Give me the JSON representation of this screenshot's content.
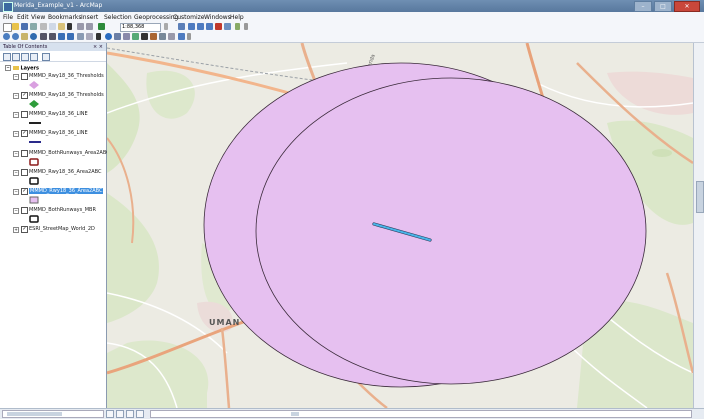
{
  "window": {
    "title": "Merida_Example_v1 - ArcMap"
  },
  "menu": [
    "File",
    "Edit",
    "View",
    "Bookmarks",
    "Insert",
    "Selection",
    "Geoprocessing",
    "Customize",
    "Windows",
    "Help"
  ],
  "toolbar": {
    "scale": "1:88,368"
  },
  "toc": {
    "title": "Table Of Contents",
    "pin_close": "⨯ ×",
    "root_label": "Layers",
    "layers": [
      {
        "name": "MMMD_Rwy18_36_Thresholds",
        "checked": false,
        "symbol": "diamond",
        "color": "#d9a0e0"
      },
      {
        "name": "MMMD_Rwy18_36_Thresholds",
        "checked": true,
        "symbol": "diamond",
        "color": "#2e9c3a"
      },
      {
        "name": "MMMD_Rwy18_36_LINE",
        "checked": false,
        "symbol": "line",
        "color": "#222222"
      },
      {
        "name": "MMMD_Rwy18_36_LINE",
        "checked": true,
        "symbol": "line",
        "color": "#2a2a8a"
      },
      {
        "name": "MMMD_BothRunways_Area2ABC",
        "checked": false,
        "symbol": "rect",
        "color": "#ffffff",
        "stroke": "#8b1a1a"
      },
      {
        "name": "MMMD_Rwy18_36_Area2ABC",
        "checked": false,
        "symbol": "rect",
        "color": "#ffffff",
        "stroke": "#111111"
      },
      {
        "name": "MMMD_Rwy18_36_Area2ABC",
        "checked": true,
        "symbol": "rect",
        "color": "#e6c0f0",
        "stroke": "#666666",
        "selected": true
      },
      {
        "name": "MMMD_BothRunways_MBR",
        "checked": false,
        "symbol": "rect",
        "color": "#ffffff",
        "stroke": "#111111"
      },
      {
        "name": "ESRI_StreetMap_World_2D",
        "checked": true,
        "symbol": "none"
      }
    ]
  },
  "map": {
    "place_label": "UMAN",
    "road_label": "Merida",
    "circle_fill": "#e6c0f0",
    "runway_color": "#49b4e8"
  }
}
